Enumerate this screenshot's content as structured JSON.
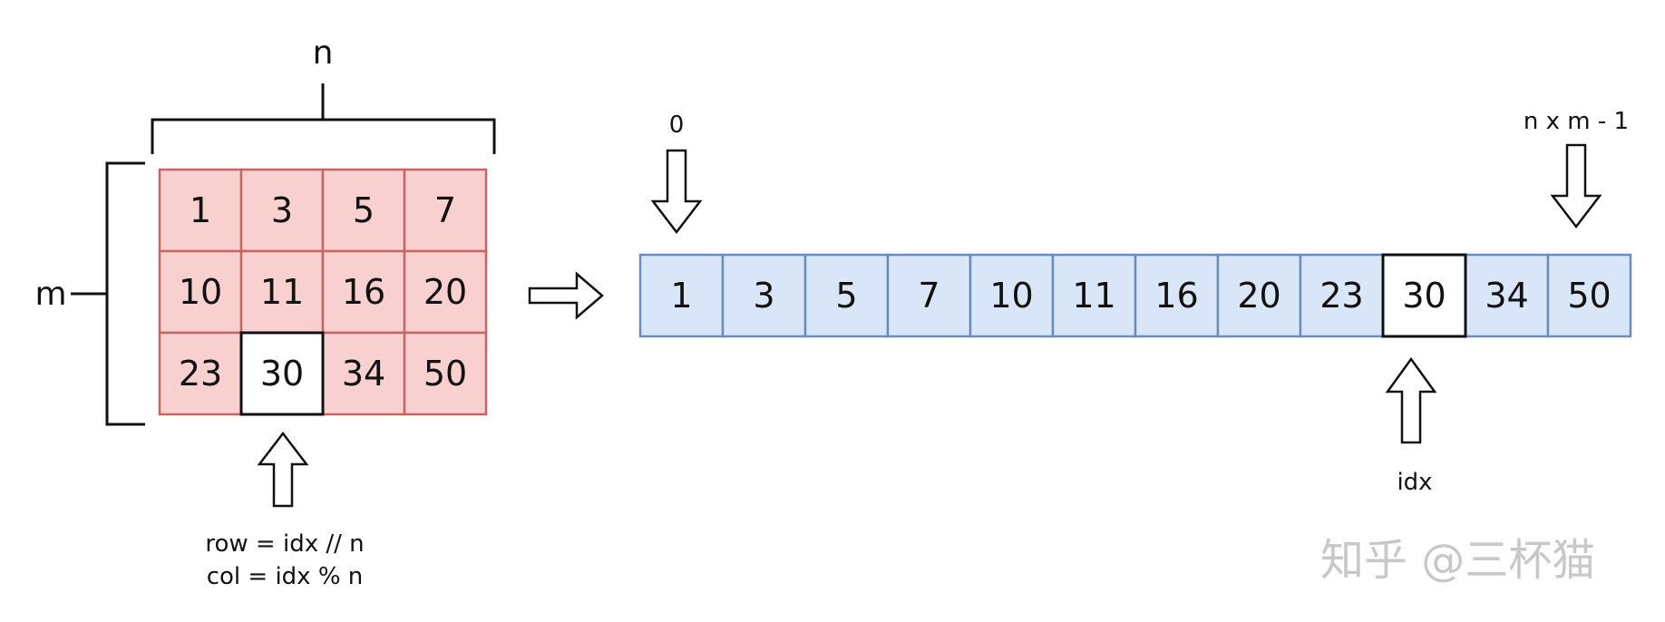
{
  "matrix": {
    "rows": [
      [
        "1",
        "3",
        "5",
        "7"
      ],
      [
        "10",
        "11",
        "16",
        "20"
      ],
      [
        "23",
        "30",
        "34",
        "50"
      ]
    ],
    "highlight": {
      "row": 2,
      "col": 1
    },
    "width_label": "n",
    "height_label": "m"
  },
  "flat_array": {
    "values": [
      "1",
      "3",
      "5",
      "7",
      "10",
      "11",
      "16",
      "20",
      "23",
      "30",
      "34",
      "50"
    ],
    "highlight_index": 9,
    "start_label": "0",
    "end_label": "n x m - 1",
    "idx_label": "idx"
  },
  "formulas": {
    "row": "row = idx // n",
    "col": "col = idx % n"
  },
  "watermark": "知乎 @三杯猫",
  "colors": {
    "matrix_fill": "#f8d0d0",
    "matrix_stroke": "#c86464",
    "array_fill": "#d8e6f8",
    "array_stroke": "#6c8cbc",
    "highlight_fill": "#ffffff",
    "highlight_stroke": "#111111",
    "line": "#111111"
  }
}
